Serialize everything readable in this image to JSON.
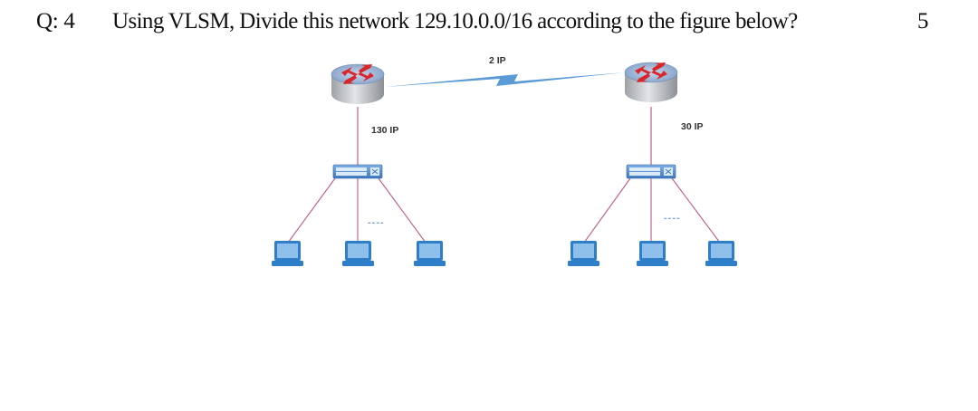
{
  "question": {
    "label": "Q: 4",
    "text": "Using VLSM, Divide this network 129.10.0.0/16 according to the figure below?",
    "marks": "5"
  },
  "diagram": {
    "link_label": "2 IP",
    "left_lan_label": "130 IP",
    "right_lan_label": "30 IP",
    "ellipsis": "----",
    "nodes": {
      "routers": [
        "router-left",
        "router-right"
      ],
      "switches": [
        "switch-left",
        "switch-right"
      ],
      "hosts_per_switch": 3
    },
    "colors": {
      "wan_link": "#5b9bd5",
      "lan_cable": "#c05a8a",
      "router_body": "#bfc2c6",
      "router_top": "#8faed3",
      "router_arrows": "#d9262a",
      "switch_body": "#5b8fd0",
      "laptop": "#2f7fc8"
    }
  }
}
